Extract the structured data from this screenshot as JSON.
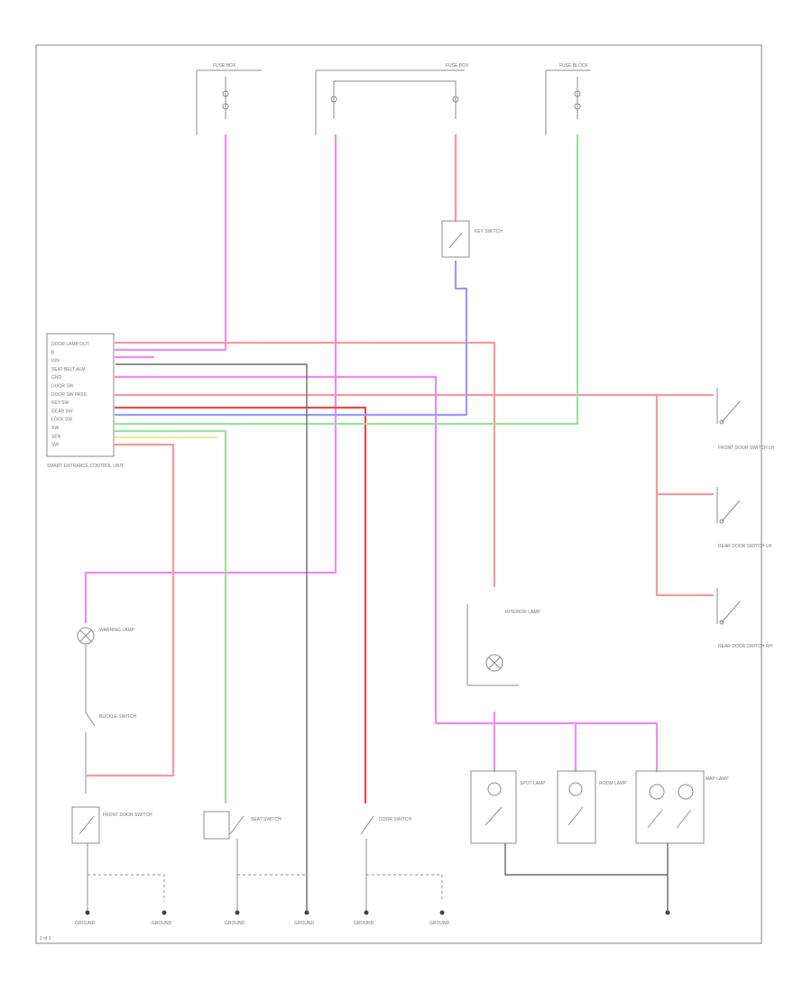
{
  "colors": {
    "pink": "#f08af0",
    "red": "#f04848",
    "light_red": "#f59a9a",
    "blue": "#9b9bf5",
    "green": "#9ae29a",
    "yellow": "#eded9a",
    "gray": "#8c8c8c",
    "dark": "#555555"
  },
  "module": {
    "pins": [
      "DOOR LAMP OUT",
      "B",
      "IGN",
      "SEAT BELT ALM",
      "GND",
      "DOOR SW",
      "DOOR SW PASS",
      "KEY SW",
      "GEAR SW",
      "LOCK SW",
      "SW",
      "SEN",
      "SW"
    ],
    "caption": "SMART ENTRANCE CONTROL UNIT"
  },
  "fuse_blocks": {
    "f1": "FUSE BOX",
    "f2": "FUSE BOX",
    "f3": "FUSE BLOCK"
  },
  "components": {
    "key_switch": "KEY SWITCH",
    "switch_a": "FRONT DOOR SWITCH LH",
    "switch_b": "REAR DOOR SWITCH LH",
    "switch_c": "REAR DOOR SWITCH RH",
    "lamp_warning": "WARNING LAMP",
    "buckle_switch": "BUCKLE SWITCH",
    "door_switch_left": "FRONT DOOR SWITCH",
    "seat_switch": "SEAT SWITCH",
    "door_switch_right": "DOOR SWITCH",
    "lamp_center": "INTERIOR LAMP",
    "lamp_spot": "SPOT LAMP",
    "lamp_room": "ROOM LAMP",
    "lamp_map": "MAP LAMP",
    "grounds": [
      "GROUND",
      "GROUND",
      "GROUND",
      "GROUND",
      "GROUND",
      "GROUND"
    ]
  },
  "page_ref": "1 of 1"
}
